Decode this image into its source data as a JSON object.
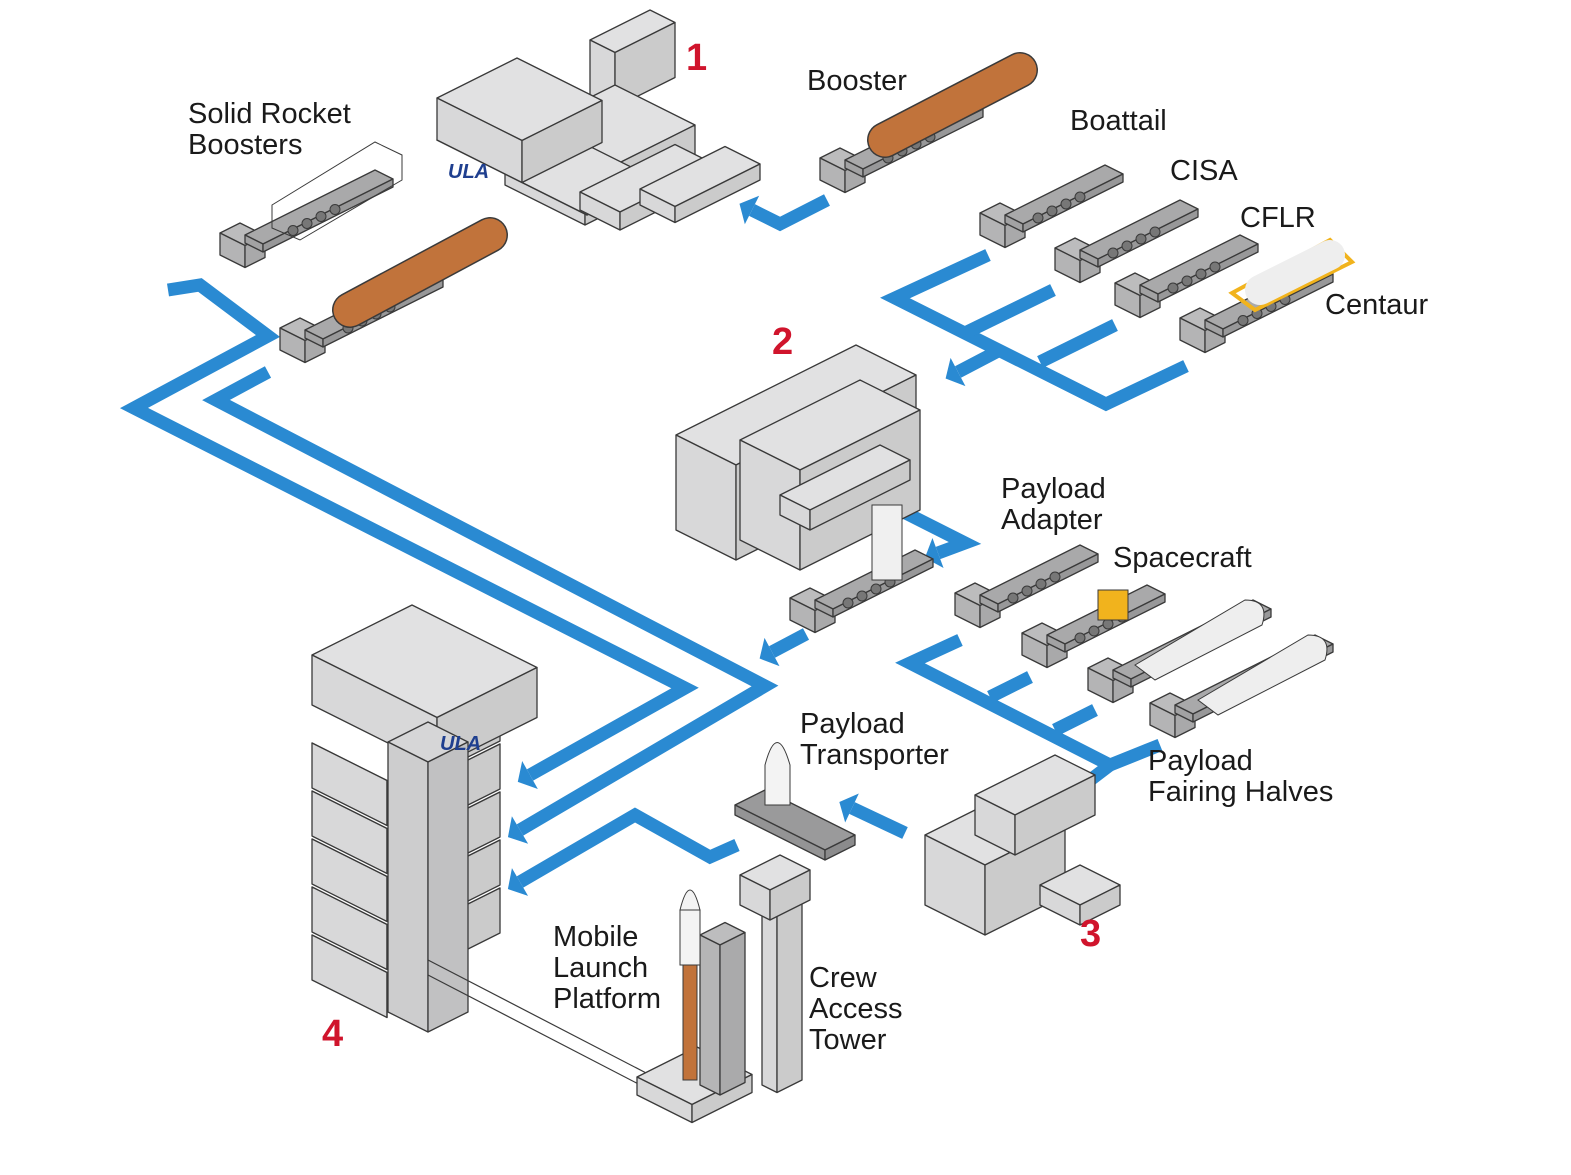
{
  "colors": {
    "flow": "#2a8ad2",
    "step_number": "#d0142c",
    "booster": "#c1733b",
    "building": "#e1e1e2",
    "outline": "#3a3a3a",
    "highlight": "#f1b31d",
    "logo": "#1f3f8f"
  },
  "logo_text": "ULA",
  "steps": [
    "1",
    "2",
    "3",
    "4"
  ],
  "labels": {
    "srb": [
      "Solid Rocket",
      "Boosters"
    ],
    "booster": [
      "Booster"
    ],
    "boattail": [
      "Boattail"
    ],
    "cisa": [
      "CISA"
    ],
    "cflr": [
      "CFLR"
    ],
    "centaur": [
      "Centaur"
    ],
    "payload_adapter": [
      "Payload",
      "Adapter"
    ],
    "spacecraft": [
      "Spacecraft"
    ],
    "fairing": [
      "Payload",
      "Fairing Halves"
    ],
    "payload_transporter": [
      "Payload",
      "Transporter"
    ],
    "mlp": [
      "Mobile",
      "Launch",
      "Platform"
    ],
    "cat": [
      "Crew",
      "Access",
      "Tower"
    ]
  }
}
